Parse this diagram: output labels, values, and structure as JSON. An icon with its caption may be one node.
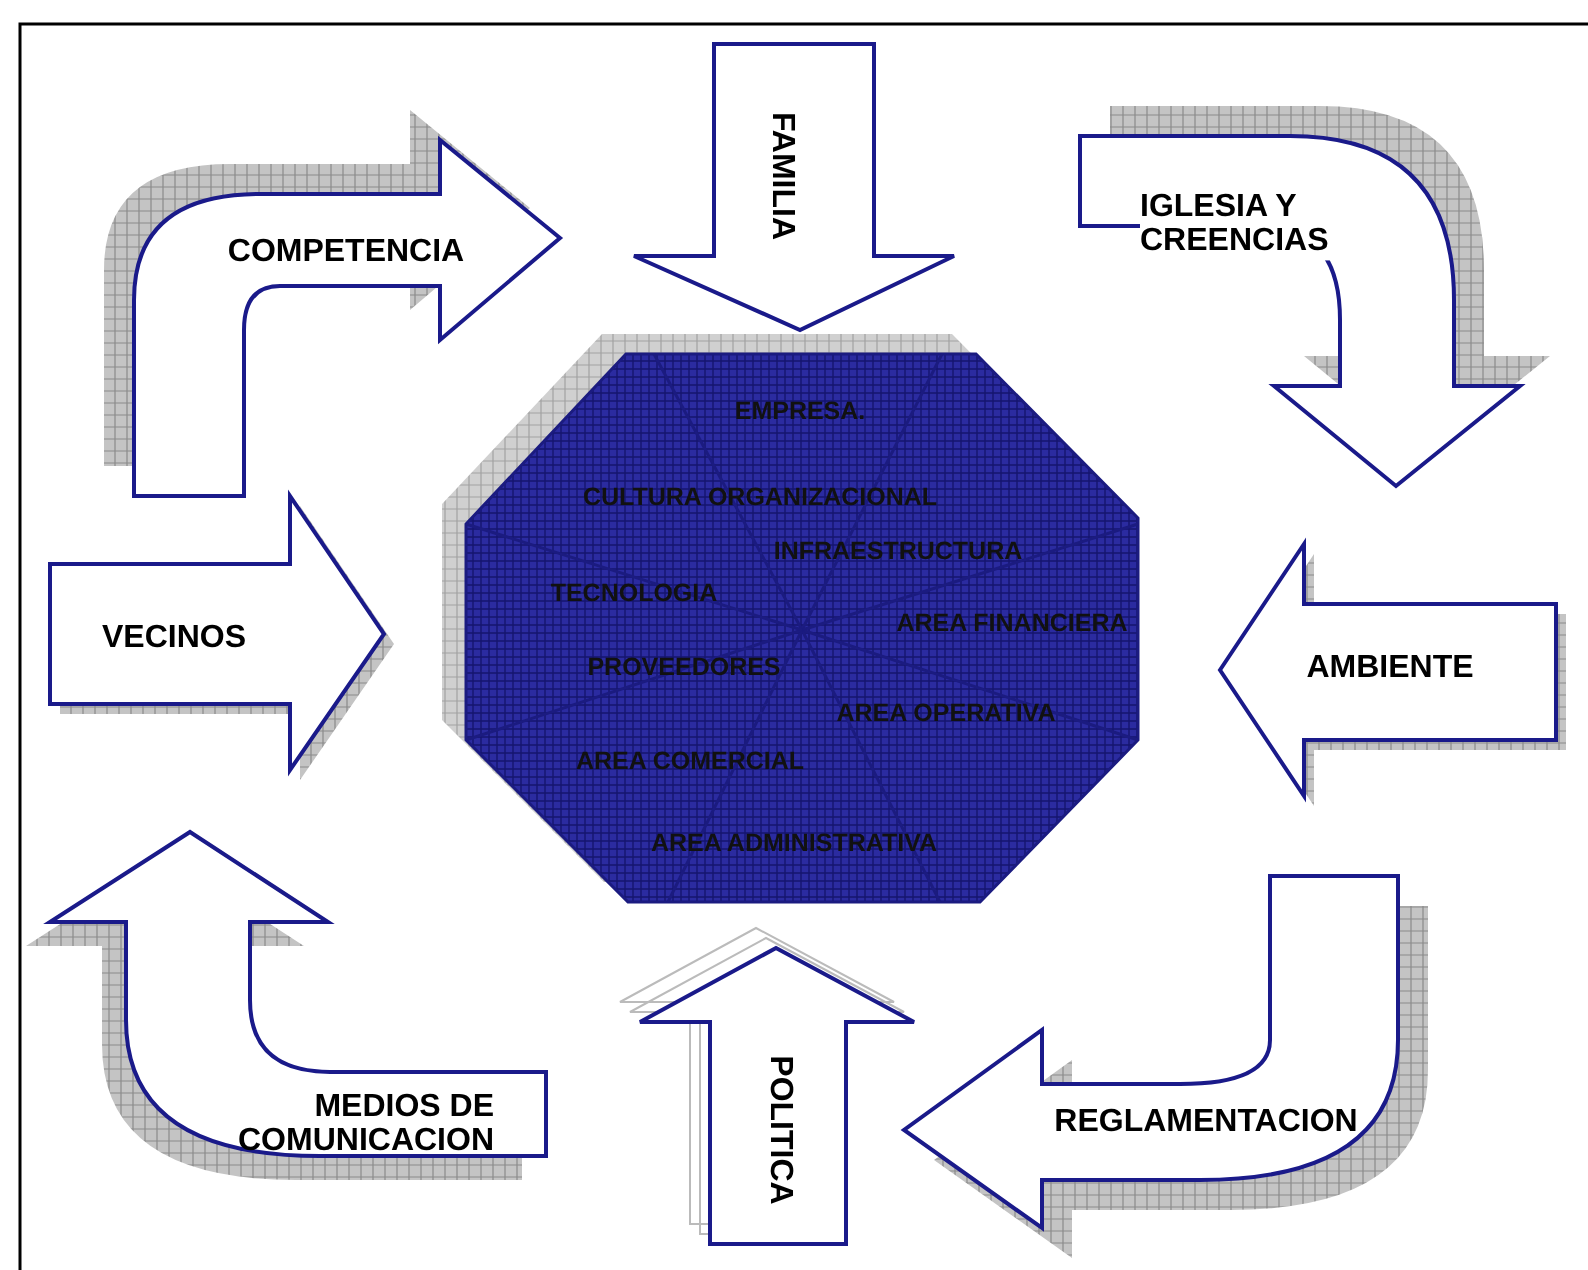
{
  "diagram": {
    "nodes": [
      {
        "text": [
          "COMPETENCIA"
        ]
      },
      {
        "text": [
          "FAMILIA"
        ]
      },
      {
        "text": [
          "IGLESIA Y CREENCIAS"
        ]
      },
      {
        "text": [
          "VECINOS"
        ]
      },
      {
        "text": [
          "EMPRESA.",
          "CULTURA ORGANIZACIONAL",
          "INFRAESTRUCTURA",
          "TECNOLOGIA",
          "AREA FINANCIERA",
          "PROVEEDORES",
          "AREA OPERATIVA",
          "AREA COMERCIAL",
          "AREA ADMINISTRATIVA"
        ]
      },
      {
        "text": [
          "AMBIENTE"
        ]
      },
      {
        "text": [
          "MEDIOS DE COMUNICACION"
        ]
      },
      {
        "text": [
          "POLITICA"
        ]
      },
      {
        "text": [
          "REGLAMENTACION"
        ]
      }
    ]
  }
}
